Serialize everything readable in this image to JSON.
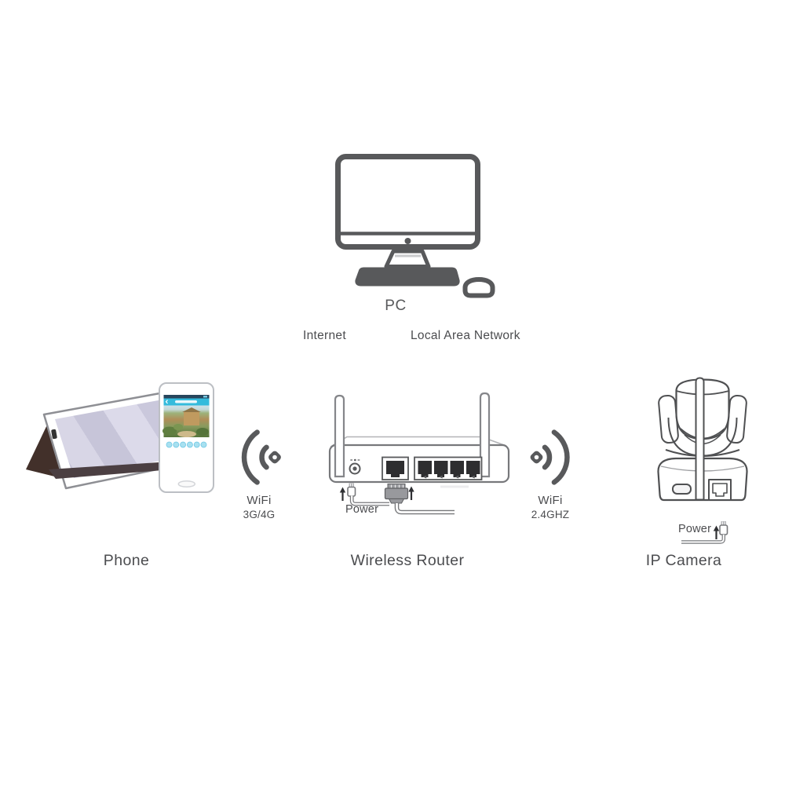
{
  "pc": {
    "label": "PC",
    "internet_label": "Internet",
    "lan_label": "Local Area Network"
  },
  "phone": {
    "label": "Phone"
  },
  "wifi_left": {
    "title": "WiFi",
    "subtitle": "3G/4G"
  },
  "router": {
    "label": "Wireless Router",
    "power_label": "Power"
  },
  "wifi_right": {
    "title": "WiFi",
    "subtitle": "2.4GHZ"
  },
  "camera": {
    "label": "IP Camera",
    "power_label": "Power"
  },
  "colors": {
    "ink": "#58595b",
    "outline": "#77787b",
    "label_text": "#4b4c4f",
    "app_header_cyan": "#35bbdc",
    "tablet_case_brown": "#42302a",
    "tablet_screen_lavender": "#cbc9dd"
  }
}
